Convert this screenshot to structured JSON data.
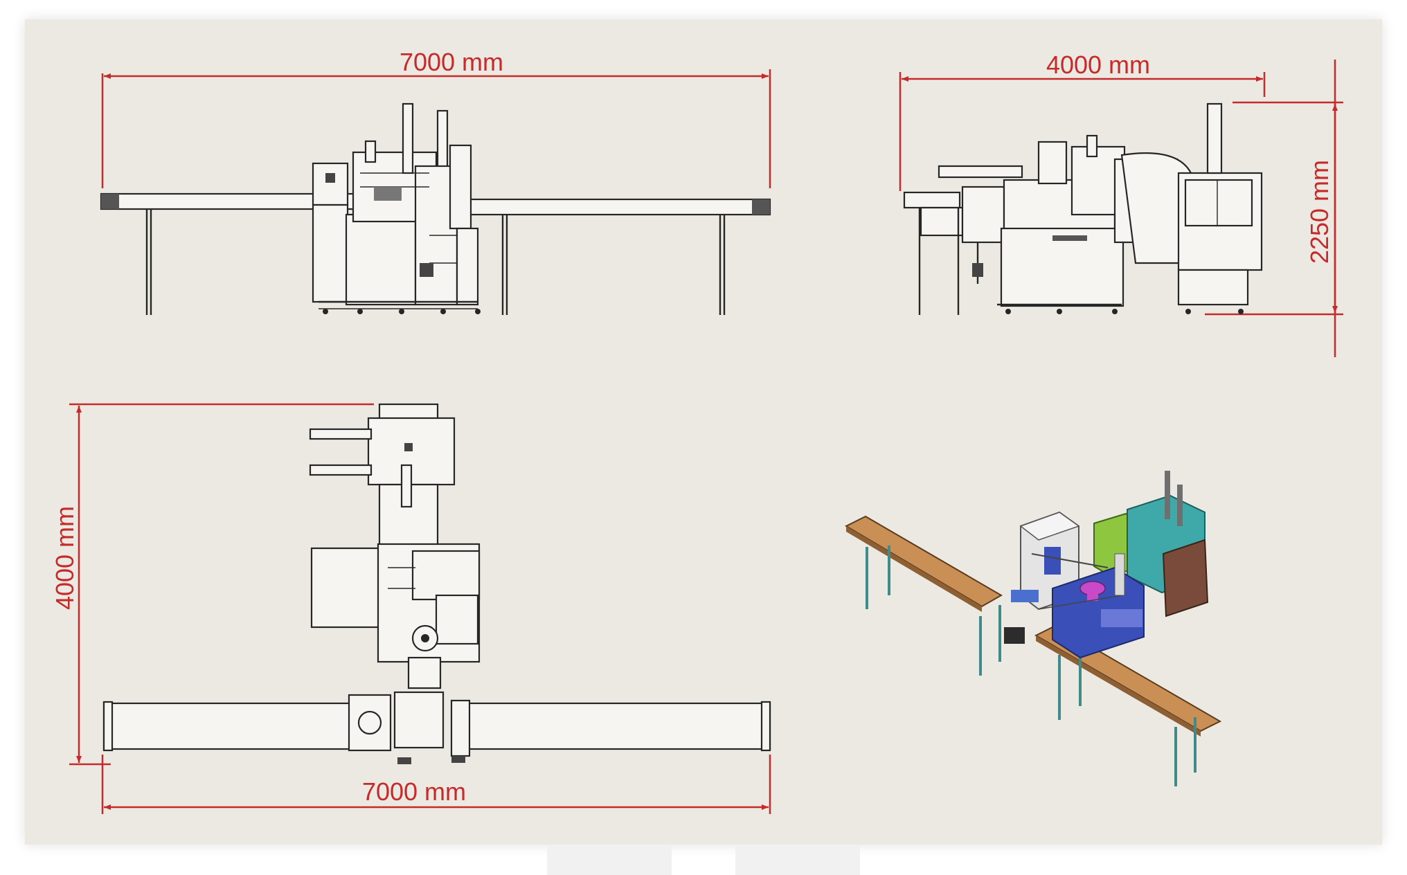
{
  "views": {
    "front": {
      "width_label": "7000 mm"
    },
    "side": {
      "width_label": "4000 mm",
      "height_label": "2250 mm"
    },
    "top": {
      "depth_label": "4000 mm",
      "width_label": "7000 mm"
    }
  },
  "colors": {
    "dimension": "#c62a2a",
    "line": "#262626",
    "background": "#ebe9e1",
    "conveyor_wood": "#c98f55",
    "machine_green": "#8ec63f",
    "machine_teal": "#3fa8a8",
    "machine_blue": "#3a4fb8",
    "machine_magenta": "#c84ac8"
  }
}
